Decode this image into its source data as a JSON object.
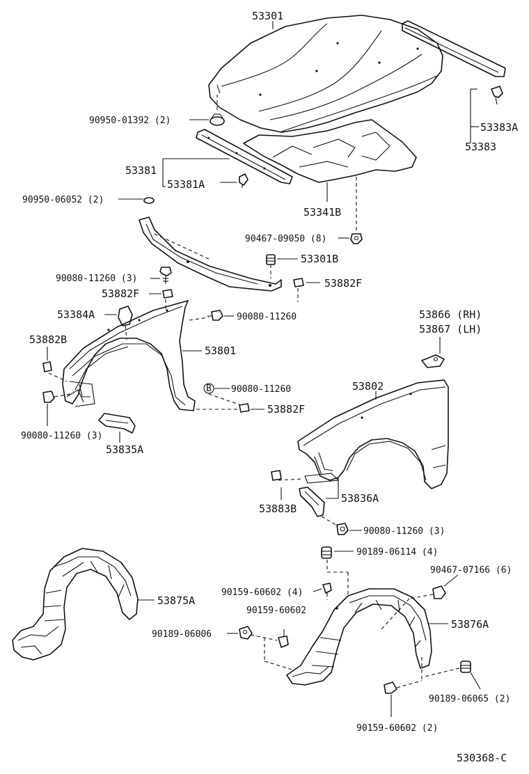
{
  "diagram": {
    "labels": {
      "p53301": "53301",
      "p53383A": "53383A",
      "p53383": "53383",
      "p90950_01392": "90950-01392 (2)",
      "p53381": "53381",
      "p53381A": "53381A",
      "p90950_06052": "90950-06052 (2)",
      "p53341B": "53341B",
      "p90467_09050": "90467-09050 (8)",
      "p53301B": "53301B",
      "p90080_11260_3a": "90080-11260 (3)",
      "p53882F_a": "53882F",
      "p53882F_b": "53882F",
      "p53384A": "53384A",
      "p90080_11260_a": "90080-11260",
      "p53882B": "53882B",
      "p53801": "53801",
      "p53866": "53866 (RH)",
      "p53867": "53867 (LH)",
      "p90080_11260_b": "90080-11260",
      "p53882F_c": "53882F",
      "p90080_11260_3b": "90080-11260 (3)",
      "p53802": "53802",
      "p53835A": "53835A",
      "p53883B": "53883B",
      "p53836A": "53836A",
      "p90080_11260_3c": "90080-11260 (3)",
      "p90189_06114": "90189-06114 (4)",
      "p53875A": "53875A",
      "p90467_07166": "90467-07166 (6)",
      "p90159_60602_4": "90159-60602 (4)",
      "p90159_60602": "90159-60602",
      "p90189_06006": "90189-06006",
      "p53876A": "53876A",
      "p90189_06065": "90189-06065 (2)",
      "p90159_60602_2": "90159-60602 (2)",
      "b_marker": "B",
      "diagram_code": "530368-C"
    }
  }
}
